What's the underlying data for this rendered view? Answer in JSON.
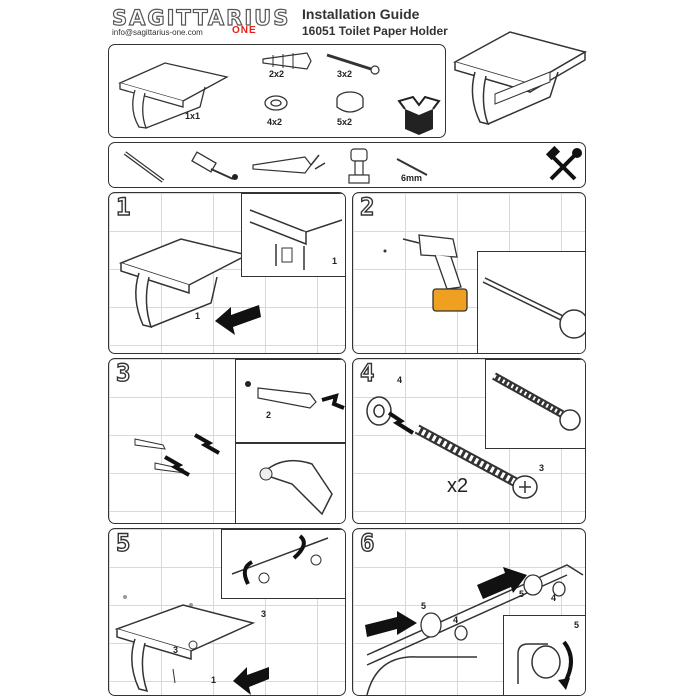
{
  "header": {
    "brand": "SAGITTARIUS",
    "brand_sub": "ONE",
    "email": "info@sagittarius-one.com",
    "title": "Installation Guide",
    "subtitle": "16051 Toilet Paper Holder"
  },
  "parts": {
    "holder_qty": "1x1",
    "anchor_qty": "2x2",
    "screw_qty": "3x2",
    "washer_qty": "4x2",
    "cap_qty": "5x2"
  },
  "tools": {
    "drill_bit_size": "6mm"
  },
  "steps": [
    {
      "num": "1",
      "callouts": [
        "1",
        "1"
      ]
    },
    {
      "num": "2",
      "callouts": []
    },
    {
      "num": "3",
      "callouts": [
        "2"
      ]
    },
    {
      "num": "4",
      "callouts": [
        "4",
        "3"
      ],
      "multiplier": "x2"
    },
    {
      "num": "5",
      "callouts": [
        "3",
        "3",
        "1"
      ]
    },
    {
      "num": "6",
      "callouts": [
        "5",
        "4",
        "5",
        "4",
        "5"
      ]
    }
  ],
  "colors": {
    "brand_accent": "#e2231a",
    "line": "#333333",
    "grid": "#d9d9d9"
  }
}
